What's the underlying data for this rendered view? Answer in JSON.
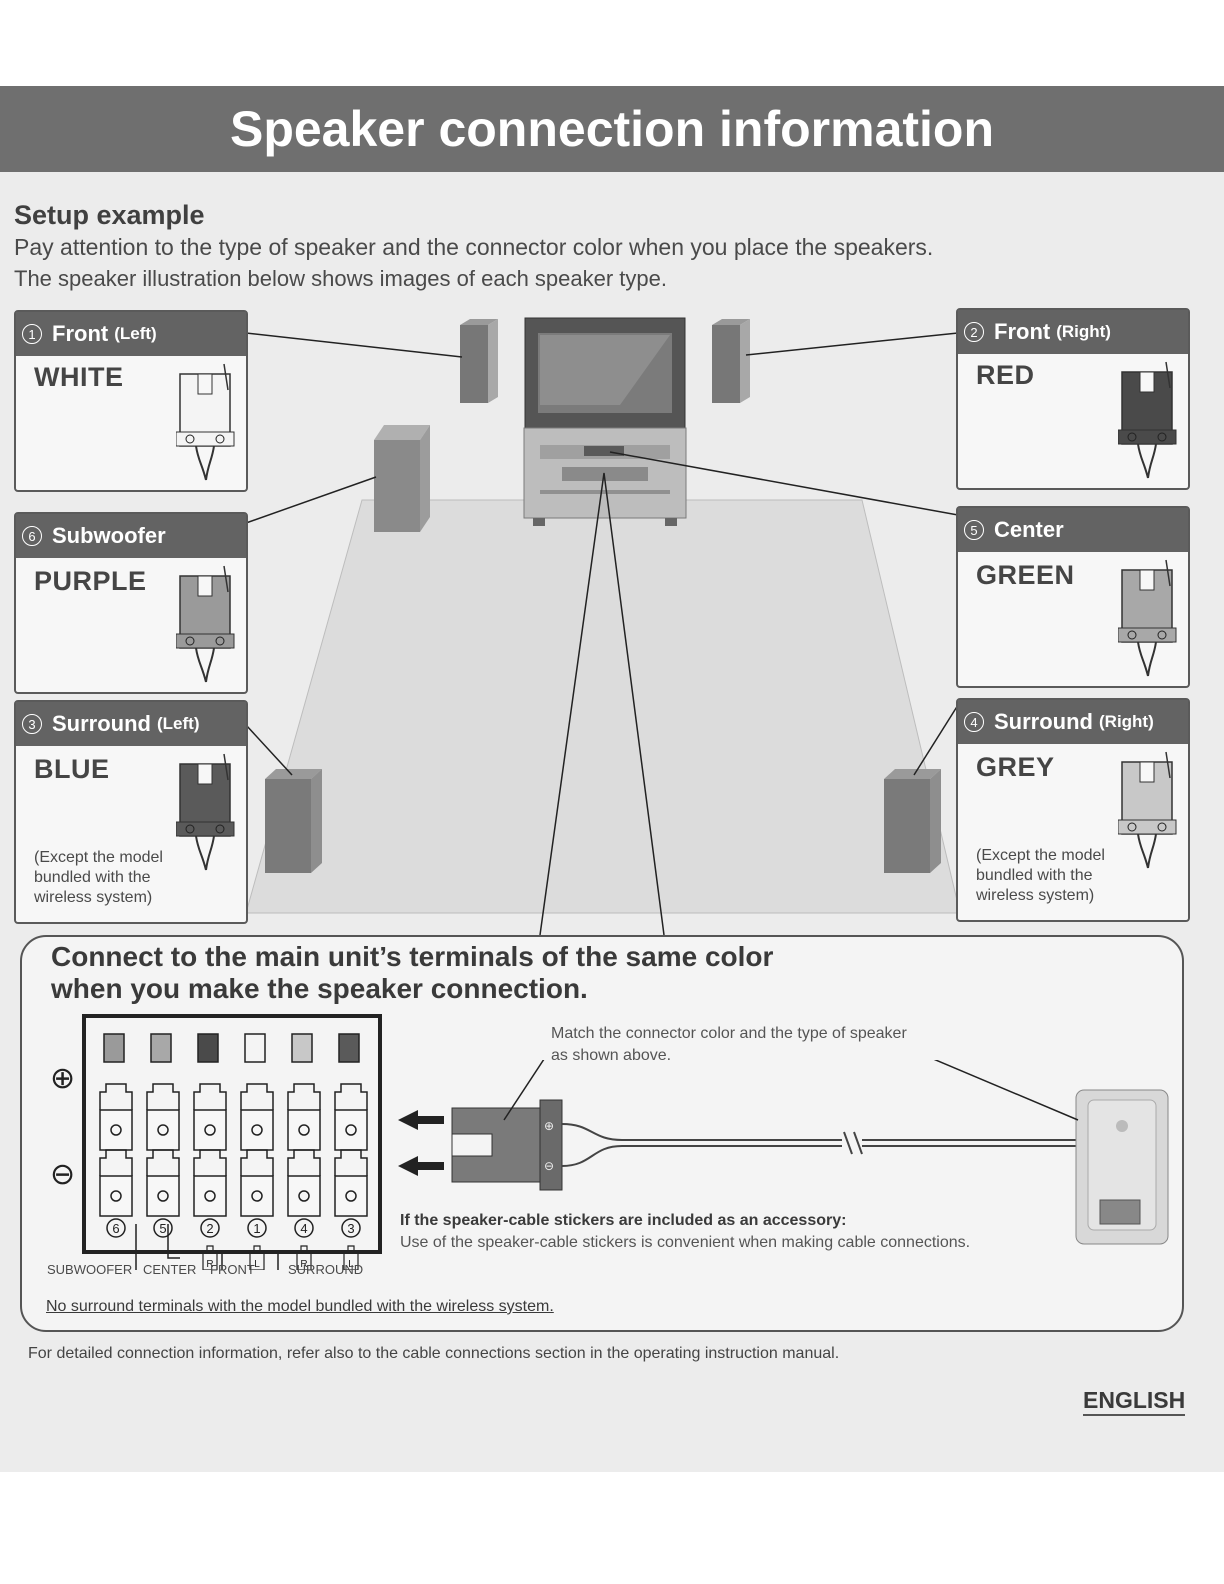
{
  "page": {
    "title": "Speaker connection information",
    "setup_heading": "Setup example",
    "intro_line_1": "Pay attention to the type of speaker and the connector color when you place the speakers.",
    "intro_line_2": "The speaker illustration below shows images of each speaker type."
  },
  "speakers": [
    {
      "num": "1",
      "name": "Front",
      "side": "(Left)",
      "color_name": "WHITE",
      "plug_color": "#f4f4f4",
      "note": []
    },
    {
      "num": "2",
      "name": "Front",
      "side": "(Right)",
      "color_name": "RED",
      "plug_color": "#4a4a4a",
      "note": []
    },
    {
      "num": "6",
      "name": "Subwoofer",
      "side": "",
      "color_name": "PURPLE",
      "plug_color": "#9a9a9a",
      "note": []
    },
    {
      "num": "5",
      "name": "Center",
      "side": "",
      "color_name": "GREEN",
      "plug_color": "#a8a8a8",
      "note": []
    },
    {
      "num": "3",
      "name": "Surround",
      "side": "(Left)",
      "color_name": "BLUE",
      "plug_color": "#5a5a5a",
      "note": [
        "(Except the model",
        "bundled with the",
        "wireless system)"
      ]
    },
    {
      "num": "4",
      "name": "Surround",
      "side": "(Right)",
      "color_name": "GREY",
      "plug_color": "#c8c8c8",
      "note": [
        "(Except the model",
        "bundled with the",
        "wireless system)"
      ]
    }
  ],
  "connection": {
    "heading_1": "Connect to the main unit’s terminals of the same color",
    "heading_2": "when you make the speaker connection.",
    "match_note_1": "Match the connector color and the type of speaker",
    "match_note_2": "as shown above.",
    "stickers_bold": "If the speaker-cable stickers are included as an accessory:",
    "stickers_text": "Use of the speaker-cable stickers is convenient when making cable connections.",
    "no_surround": "No surround terminals with the model bundled with the wireless system.",
    "plus_sign": "⊕",
    "minus_sign": "⊖",
    "terminal_colors": [
      "#9a9a9a",
      "#a8a8a8",
      "#4a4a4a",
      "#f4f4f4",
      "#c8c8c8",
      "#5a5a5a"
    ],
    "terminal_numbers": [
      "6",
      "5",
      "2",
      "1",
      "4",
      "3"
    ],
    "terminal_sides": [
      "",
      "",
      "R",
      "L",
      "R",
      "L"
    ],
    "labels": {
      "subwoofer": "SUBWOOFER",
      "center": "CENTER",
      "front": "FRONT",
      "surround": "SURROUND"
    },
    "plug_terminals": {
      "plus": "⊕",
      "minus": "⊖"
    }
  },
  "footer_note": "For detailed connection information, refer also to the cable connections section in the operating instruction manual.",
  "language": "ENGLISH"
}
